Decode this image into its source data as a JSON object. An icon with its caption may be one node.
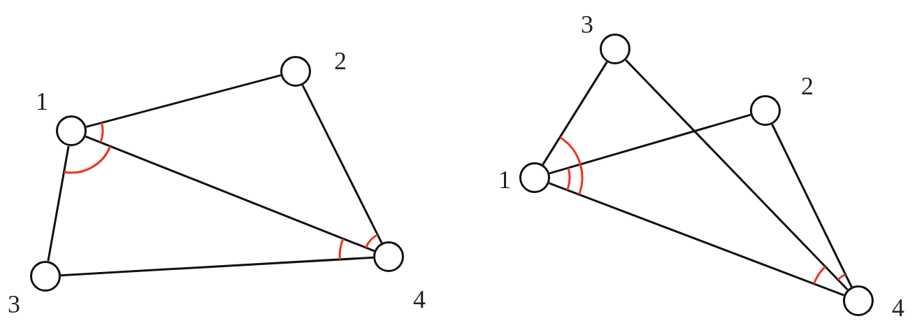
{
  "diagram": {
    "nodes": [
      {
        "text": [],
        "shape": "circle",
        "beside": [
          "1"
        ]
      },
      {
        "text": [],
        "shape": "circle",
        "beside": [
          "2"
        ]
      },
      {
        "text": [],
        "shape": "circle",
        "beside": [
          "3"
        ]
      },
      {
        "text": [],
        "shape": "circle",
        "beside": [
          "4"
        ]
      },
      {
        "text": [],
        "shape": "circle",
        "beside": [
          "1"
        ]
      },
      {
        "text": [],
        "shape": "circle",
        "beside": [
          "2"
        ]
      },
      {
        "text": [],
        "shape": "circle",
        "beside": [
          "3"
        ]
      },
      {
        "text": [],
        "shape": "circle",
        "beside": [
          "4"
        ]
      }
    ],
    "edges": [
      {
        "from": 0,
        "to": 1,
        "arrow": "none"
      },
      {
        "from": 0,
        "to": 2,
        "arrow": "none"
      },
      {
        "from": 0,
        "to": 3,
        "arrow": "none"
      },
      {
        "from": 1,
        "to": 3,
        "arrow": "none"
      },
      {
        "from": 2,
        "to": 3,
        "arrow": "none"
      },
      {
        "from": 4,
        "to": 6,
        "arrow": "none"
      },
      {
        "from": 4,
        "to": 5,
        "arrow": "none"
      },
      {
        "from": 4,
        "to": 7,
        "arrow": "none"
      },
      {
        "from": 6,
        "to": 7,
        "arrow": "none"
      },
      {
        "from": 5,
        "to": 7,
        "arrow": "none"
      }
    ]
  }
}
